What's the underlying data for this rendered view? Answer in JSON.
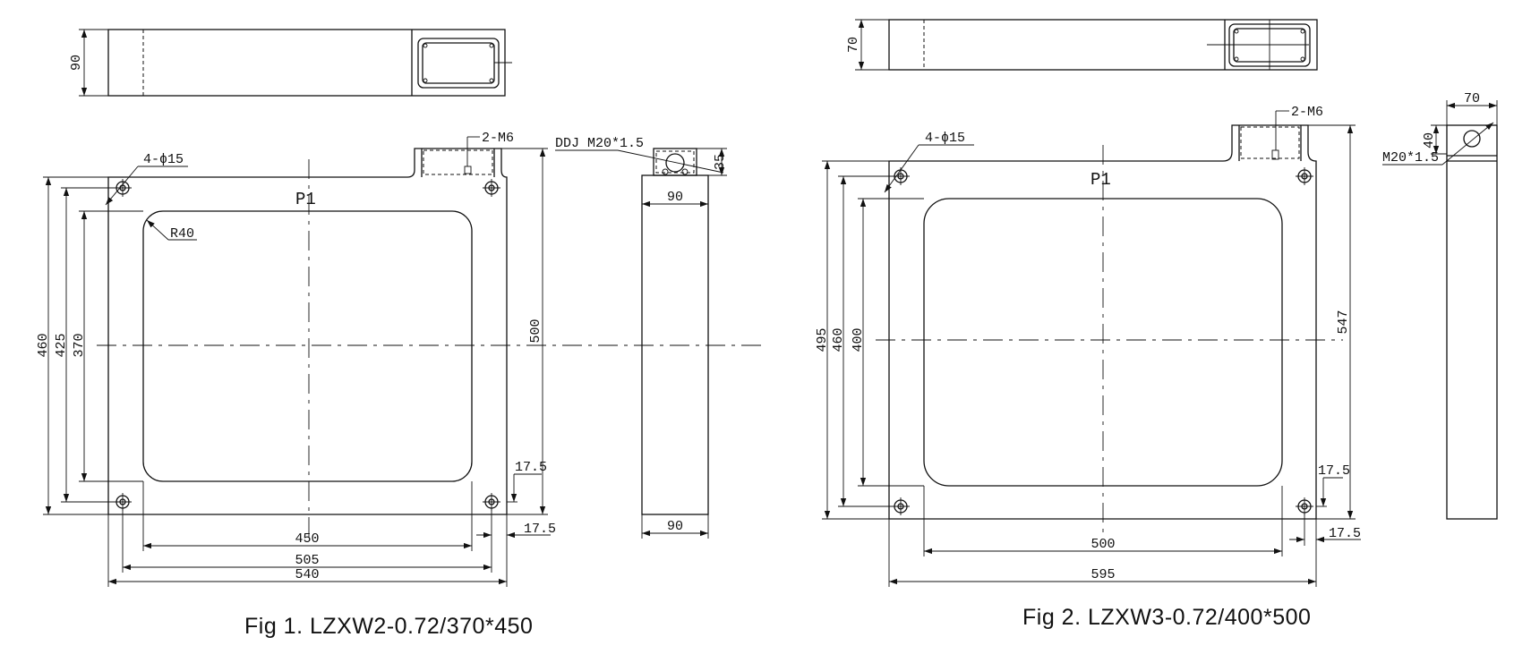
{
  "fig1": {
    "caption": "Fig 1.  LZXW2-0.72/370*450",
    "label_p1": "P1",
    "label_holes": "4-ϕ15",
    "label_tap": "2-M6",
    "label_radius": "R40",
    "label_connector": "DDJ  M20*1.5",
    "dim_460": "460",
    "dim_425": "425",
    "dim_370": "370",
    "dim_500": "500",
    "dim_450": "450",
    "dim_505": "505",
    "dim_540": "540",
    "dim_17_5_a": "17.5",
    "dim_17_5_b": "17.5",
    "dim_top_90": "90",
    "dim_side_35": "35",
    "dim_side_90_top": "90",
    "dim_side_90_bottom": "90"
  },
  "fig2": {
    "caption": "Fig 2.  LZXW3-0.72/400*500",
    "label_p1": "P1",
    "label_holes": "4-ϕ15",
    "label_tap": "2-M6",
    "label_connector": "M20*1.5",
    "dim_495": "495",
    "dim_460": "460",
    "dim_400": "400",
    "dim_547": "547",
    "dim_500": "500",
    "dim_595": "595",
    "dim_17_5_a": "17.5",
    "dim_17_5_b": "17.5",
    "dim_top_70": "70",
    "dim_side_70": "70",
    "dim_side_40": "40"
  }
}
